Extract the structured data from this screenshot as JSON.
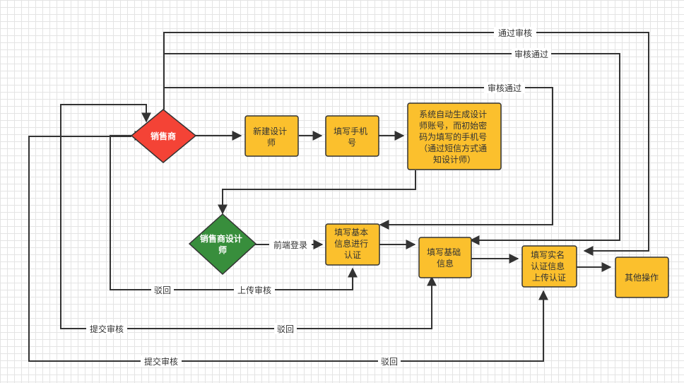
{
  "colors": {
    "process_fill": "#fbc02d",
    "process_stroke": "#333333",
    "red_fill": "#f44336",
    "green_fill": "#388e3c",
    "line": "#333333"
  },
  "nodes": {
    "dealer": {
      "label": "销售商"
    },
    "dealer_designer": {
      "lines": [
        "销售商设计",
        "师"
      ]
    },
    "new_designer": {
      "lines": [
        "新建设计",
        "师"
      ]
    },
    "fill_phone": {
      "lines": [
        "填写手机",
        "号"
      ]
    },
    "auto_gen": {
      "lines": [
        "系统自动生成设计",
        "师账号，而初始密",
        "码为填写的手机号",
        "（通过短信方式通",
        "知设计师）"
      ]
    },
    "fill_basic_cert": {
      "lines": [
        "填写基本",
        "信息进行",
        "认证"
      ]
    },
    "fill_basic_info": {
      "lines": [
        "填写基础",
        "信息"
      ]
    },
    "fill_realname": {
      "lines": [
        "填写实名",
        "认证信息",
        "上传认证"
      ]
    },
    "other_ops": {
      "label": "其他操作"
    }
  },
  "edges": {
    "approved_top": "通过审核",
    "approved_mid": "审核通过",
    "approved_low": "审核通过",
    "frontend_login": "前端登录",
    "reject_1": "驳回",
    "upload_review": "上传审核",
    "submit_review_1": "提交审核",
    "reject_2": "驳回",
    "submit_review_2": "提交审核",
    "reject_3": "驳回"
  }
}
